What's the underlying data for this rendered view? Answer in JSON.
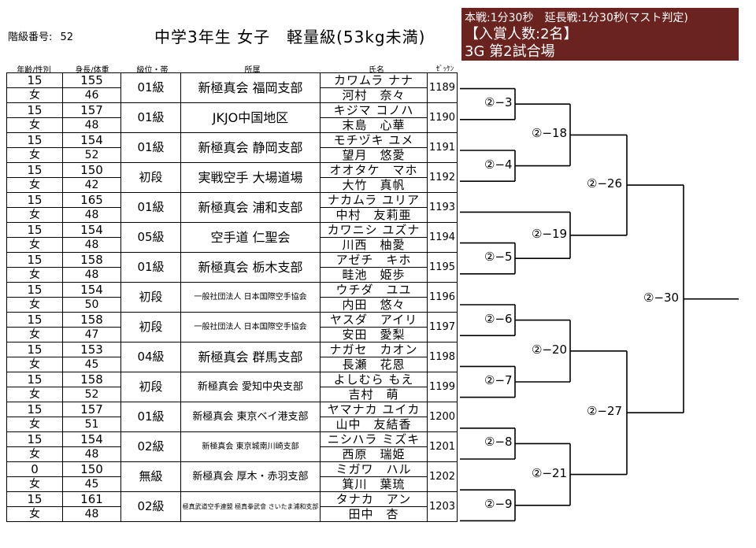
{
  "header": {
    "class_number_label": "階級番号:",
    "class_number": "52",
    "title": "中学3年生 女子　軽量級(53kg未満)",
    "info_line1": "本戦:1分30秒　延長戦:1分30秒(マスト判定)",
    "info_line2": "【入賞人数:2名】",
    "info_line3": "3G 第2試合場",
    "info_bg_color": "#6b2320"
  },
  "columns": {
    "age_sex": "年齢/性別",
    "height_weight": "身長/体重",
    "grade": "級位・帯",
    "affiliation": "所属",
    "name": "氏名",
    "zekken": "ｾﾞｯｹﾝ"
  },
  "competitors": [
    {
      "age": "15",
      "sex": "女",
      "height": "155",
      "weight": "46",
      "grade": "01級",
      "affiliation": "新極真会 福岡支部",
      "kana": "カワムラ ナナ",
      "kanji": "河村　奈々",
      "zekken": "1189"
    },
    {
      "age": "15",
      "sex": "女",
      "height": "157",
      "weight": "48",
      "grade": "01級",
      "affiliation": "JKJO中国地区",
      "kana": "キジマ コノハ",
      "kanji": "末島　心華",
      "zekken": "1190"
    },
    {
      "age": "15",
      "sex": "女",
      "height": "154",
      "weight": "52",
      "grade": "01級",
      "affiliation": "新極真会 静岡支部",
      "kana": "モチヅキ ユメ",
      "kanji": "望月　悠愛",
      "zekken": "1191"
    },
    {
      "age": "15",
      "sex": "女",
      "height": "150",
      "weight": "42",
      "grade": "初段",
      "affiliation": "実戦空手 大場道場",
      "kana": "オオタケ　マホ",
      "kanji": "大竹　真帆",
      "zekken": "1192"
    },
    {
      "age": "15",
      "sex": "女",
      "height": "165",
      "weight": "48",
      "grade": "01級",
      "affiliation": "新極真会 浦和支部",
      "kana": "ナカムラ ユリア",
      "kanji": "中村　友莉亜",
      "zekken": "1193"
    },
    {
      "age": "15",
      "sex": "女",
      "height": "154",
      "weight": "48",
      "grade": "05級",
      "affiliation": "空手道 仁聖会",
      "kana": "カワニシ ユズナ",
      "kanji": "川西　柚愛",
      "zekken": "1194"
    },
    {
      "age": "15",
      "sex": "女",
      "height": "158",
      "weight": "48",
      "grade": "01級",
      "affiliation": "新極真会 栃木支部",
      "kana": "アゼチ　キホ",
      "kanji": "畦池　姫歩",
      "zekken": "1195"
    },
    {
      "age": "15",
      "sex": "女",
      "height": "154",
      "weight": "50",
      "grade": "初段",
      "affiliation": "一般社団法人 日本国際空手協会",
      "kana": "ウチダ　ユユ",
      "kanji": "内田　悠々",
      "zekken": "1196"
    },
    {
      "age": "15",
      "sex": "女",
      "height": "158",
      "weight": "47",
      "grade": "初段",
      "affiliation": "一般社団法人 日本国際空手協会",
      "kana": "ヤスダ　アイリ",
      "kanji": "安田　愛梨",
      "zekken": "1197"
    },
    {
      "age": "15",
      "sex": "女",
      "height": "153",
      "weight": "45",
      "grade": "04級",
      "affiliation": "新極真会 群馬支部",
      "kana": "ナガセ　カオン",
      "kanji": "長瀬　花恩",
      "zekken": "1198"
    },
    {
      "age": "15",
      "sex": "女",
      "height": "158",
      "weight": "52",
      "grade": "初段",
      "affiliation": "新極真会 愛知中央支部",
      "kana": "よしむら もえ",
      "kanji": "吉村　萌",
      "zekken": "1199"
    },
    {
      "age": "15",
      "sex": "女",
      "height": "157",
      "weight": "51",
      "grade": "01級",
      "affiliation": "新極真会 東京ベイ港支部",
      "kana": "ヤマナカ ユイカ",
      "kanji": "山中　友結香",
      "zekken": "1200"
    },
    {
      "age": "15",
      "sex": "女",
      "height": "154",
      "weight": "48",
      "grade": "02級",
      "affiliation": "新極真会 東京城南川崎支部",
      "kana": "ニシハラ ミズキ",
      "kanji": "西原　瑞姫",
      "zekken": "1201"
    },
    {
      "age": "0",
      "sex": "女",
      "height": "150",
      "weight": "45",
      "grade": "無級",
      "affiliation": "新極真会 厚木・赤羽支部",
      "kana": "ミガワ　ハル",
      "kanji": "箕川　葉琉",
      "zekken": "1202"
    },
    {
      "age": "15",
      "sex": "女",
      "height": "161",
      "weight": "48",
      "grade": "02級",
      "affiliation": "極真武道空手連盟 極真拳武會 さいたま浦和支部",
      "kana": "タナカ　アン",
      "kanji": "田中　杏",
      "zekken": "1203"
    }
  ],
  "bracket": {
    "matches": [
      {
        "id": "m3",
        "label": "②−3"
      },
      {
        "id": "m4",
        "label": "②−4"
      },
      {
        "id": "m5",
        "label": "②−5"
      },
      {
        "id": "m6",
        "label": "②−6"
      },
      {
        "id": "m7",
        "label": "②−7"
      },
      {
        "id": "m8",
        "label": "②−8"
      },
      {
        "id": "m9",
        "label": "②−9"
      },
      {
        "id": "m18",
        "label": "②−18"
      },
      {
        "id": "m19",
        "label": "②−19"
      },
      {
        "id": "m20",
        "label": "②−20"
      },
      {
        "id": "m21",
        "label": "②−21"
      },
      {
        "id": "m26",
        "label": "②−26"
      },
      {
        "id": "m27",
        "label": "②−27"
      },
      {
        "id": "m30",
        "label": "②−30"
      }
    ]
  }
}
